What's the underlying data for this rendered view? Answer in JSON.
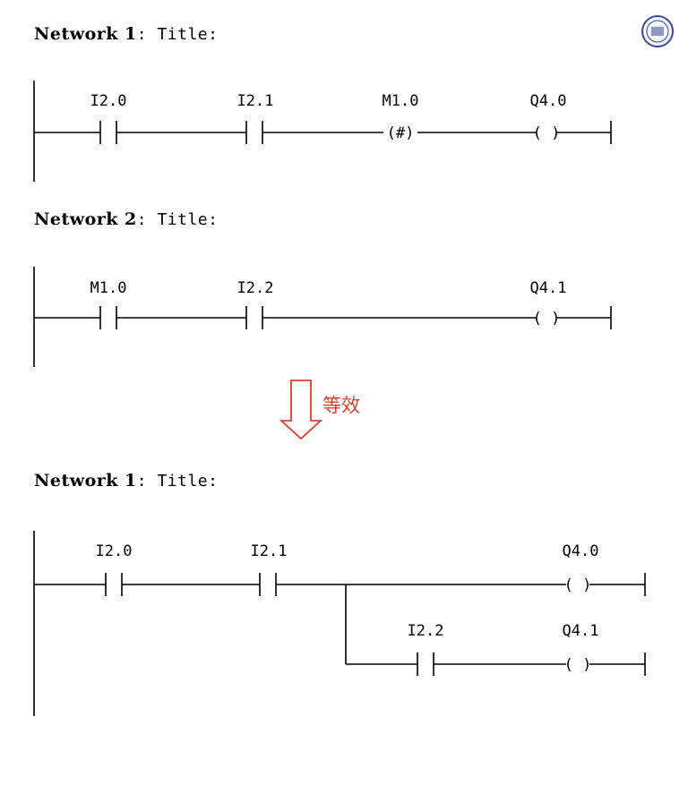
{
  "network_a": {
    "title_bold": "Network 1",
    "title_rest": ": Title:",
    "labels": [
      "I2.0",
      "I2.1",
      "M1.0",
      "Q4.0"
    ],
    "midline_coil_symbol": "(#)",
    "output_coil_symbol": "( )"
  },
  "network_b": {
    "title_bold": "Network 2",
    "title_rest": ": Title:",
    "labels": [
      "M1.0",
      "I2.2",
      "Q4.1"
    ],
    "output_coil_symbol": "( )"
  },
  "arrow": {
    "label": "等效",
    "color": "#e0402a"
  },
  "network_c": {
    "title_bold": "Network 1",
    "title_rest": ": Title:",
    "labels": [
      "I2.0",
      "I2.1",
      "Q4.0",
      "I2.2",
      "Q4.1"
    ],
    "output_coil_symbol": "( )"
  },
  "seal": {
    "icon": "university-seal-icon",
    "color": "#3a4a9a"
  }
}
